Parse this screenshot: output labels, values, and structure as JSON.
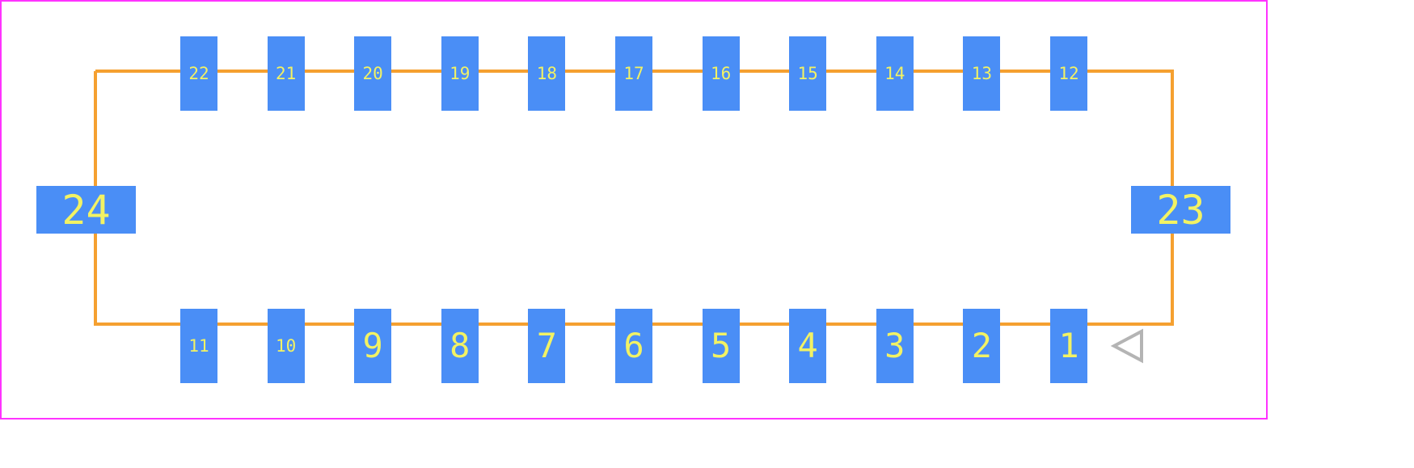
{
  "colors": {
    "border": "#ff33ff",
    "outline": "#f5a030",
    "pad": "#4a8ef6",
    "pad_label": "#f2f264",
    "pin1_marker": "#b4b4b4"
  },
  "top_row_pins": [
    "22",
    "21",
    "20",
    "19",
    "18",
    "17",
    "16",
    "15",
    "14",
    "13",
    "12"
  ],
  "bottom_row_pins": [
    "11",
    "10",
    "9",
    "8",
    "7",
    "6",
    "5",
    "4",
    "3",
    "2",
    "1"
  ],
  "left_mount_pad": "24",
  "right_mount_pad": "23",
  "pin1_marker_icon": "triangle-pointer-icon"
}
